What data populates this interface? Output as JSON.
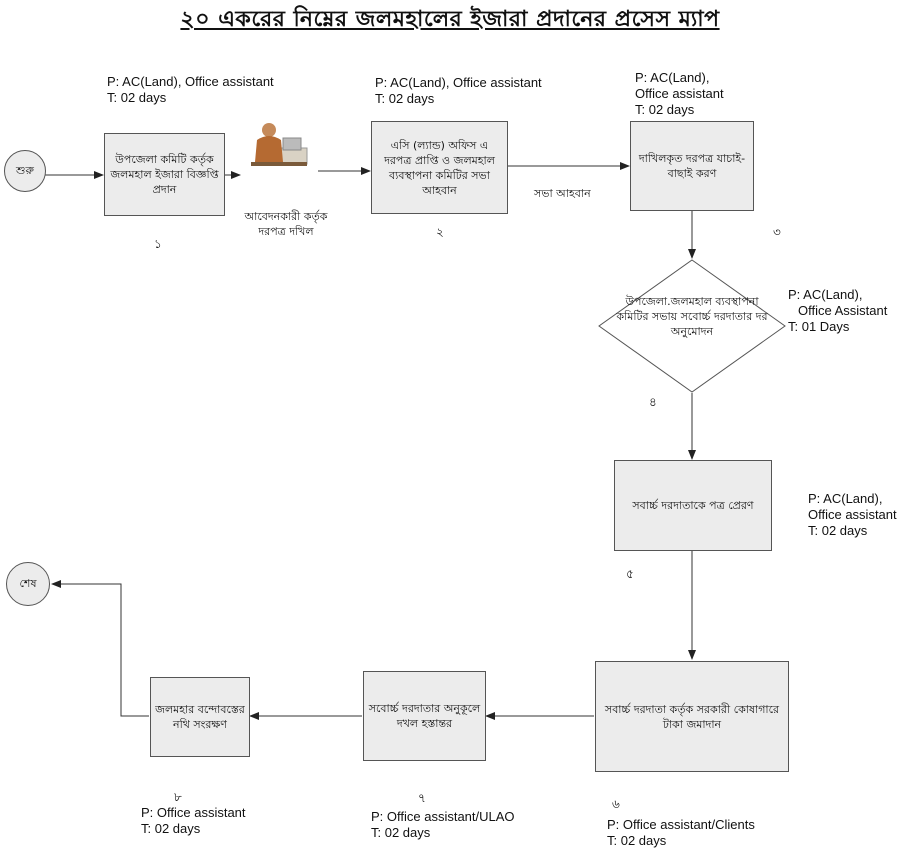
{
  "title": "২০ একরের নিম্নের জলমহালের ইজারা প্রদানের প্রসেস ম্যাপ",
  "start": "শুরু",
  "end": "শেষ",
  "steps": [
    {
      "text": "উপজেলা কমিটি কর্তৃক জলমহাল ইজারা বিজ্ঞপ্তি প্রদান",
      "num": "১",
      "p": "P: AC(Land), Office assistant",
      "t": "T: 02 days"
    },
    {
      "text": "এসি (ল্যান্ড) অফিস এ দরপত্র প্রাপ্তি ও জলমহাল ব্যবস্থাপনা কমিটির সভা আহবান",
      "num": "২",
      "p": "P: AC(Land), Office assistant",
      "t": "T: 02 days"
    },
    {
      "text": "দাখিলকৃত দরপত্র যাচাই-বাছাই করণ",
      "num": "৩",
      "p1": "P: AC(Land),",
      "p2": "Office assistant",
      "t": "T: 02 days"
    },
    {
      "text": "উপজেলা.জলমহাল ব্যবস্থাপনা কমিটির সভায় সবোর্চ্চ দরদাতার দর অনুমোদন",
      "num": "৪",
      "p1": "P:  AC(Land),",
      "p2": "Office Assistant",
      "t": "T:  01 Days"
    },
    {
      "text": "সবার্চ্চ দরদাতাকে পত্র প্রেরণ",
      "num": "৫",
      "p1": "P: AC(Land),",
      "p2": "Office assistant",
      "t": "T: 02 days"
    },
    {
      "text": "সবার্চ্চ দরদাতা কর্তৃক সরকারী কোষাগারে টাকা জমাদান",
      "num": "৬",
      "p": "P: Office assistant/Clients",
      "t": "T: 02 days"
    },
    {
      "text": "সবোর্চ্চ দরদাতার অনুকূলে দখল হস্তান্তর",
      "num": "৭",
      "p": "P: Office assistant/ULAO",
      "t": "T: 02 days"
    },
    {
      "text": "জলমহার বন্দোবস্তের নথি সংরক্ষণ",
      "num": "৮",
      "p": "P: Office assistant",
      "t": "T: 02 days"
    }
  ],
  "labels": {
    "applicant": "আবেদনকারী কর্তৃক দরপত্র দখিল",
    "meeting": "সভা আহবান"
  }
}
